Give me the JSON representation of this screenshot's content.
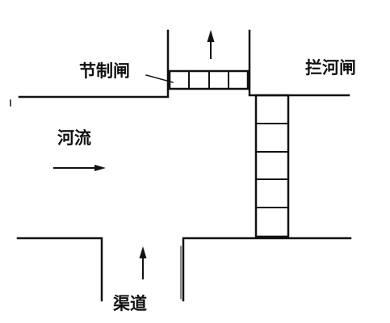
{
  "labels": {
    "check_gate": "节制闸",
    "river_gate": "拦河闸",
    "river": "河流",
    "canal": "渠道"
  },
  "colors": {
    "ink": "#111111",
    "background": "#ffffff"
  },
  "icons": {
    "flow_arrow": "arrow-icon"
  }
}
